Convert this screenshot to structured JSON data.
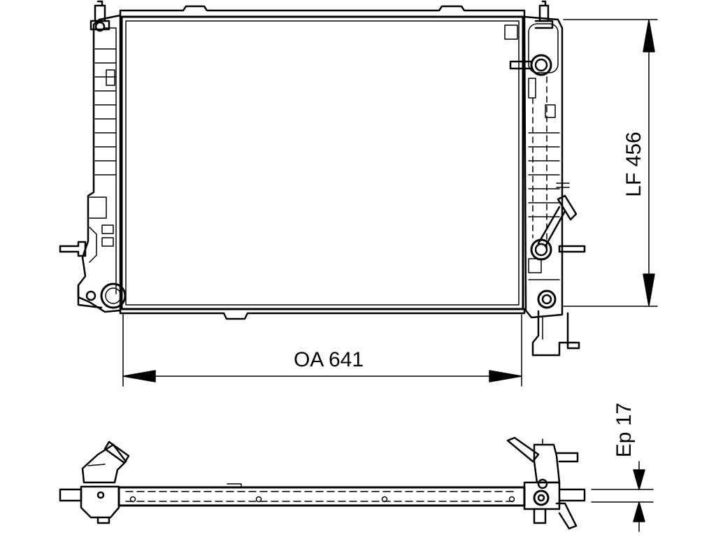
{
  "dimensions": {
    "overall_width": "OA 641",
    "core_height": "LF 456",
    "core_thickness": "Ep 17"
  },
  "colors": {
    "line": "#000000",
    "background": "#ffffff"
  }
}
